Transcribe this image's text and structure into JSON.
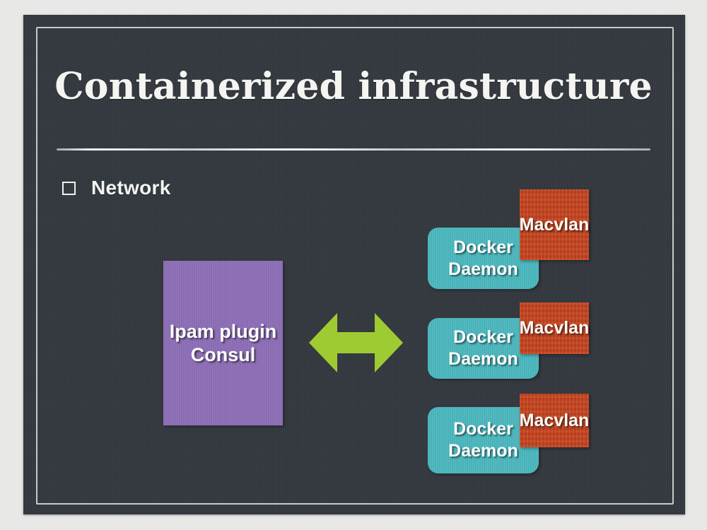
{
  "slide": {
    "title": "Containerized infrastructure",
    "background_color": "#343a40",
    "canvas_color": "#e9e9e7",
    "frame_color": "#f8f8f5"
  },
  "bullet": {
    "marker": "empty-square-bullet",
    "label": "Network"
  },
  "diagram": {
    "ipam": {
      "line1": "Ipam plugin",
      "line2": "Consul",
      "color": "#8e6fb8"
    },
    "connector": {
      "icon": "double-headed-arrow",
      "color": "#9fcb32"
    },
    "nodes": [
      {
        "daemon_line1": "Docker",
        "daemon_line2": "Daemon",
        "daemon_color": "#4bb8bf",
        "network": "Macvlan",
        "network_color": "#c9451f"
      },
      {
        "daemon_line1": "Docker",
        "daemon_line2": "Daemon",
        "daemon_color": "#4bb8bf",
        "network": "Macvlan",
        "network_color": "#c9451f"
      },
      {
        "daemon_line1": "Docker",
        "daemon_line2": "Daemon",
        "daemon_color": "#4bb8bf",
        "network": "Macvlan",
        "network_color": "#c9451f"
      }
    ]
  }
}
